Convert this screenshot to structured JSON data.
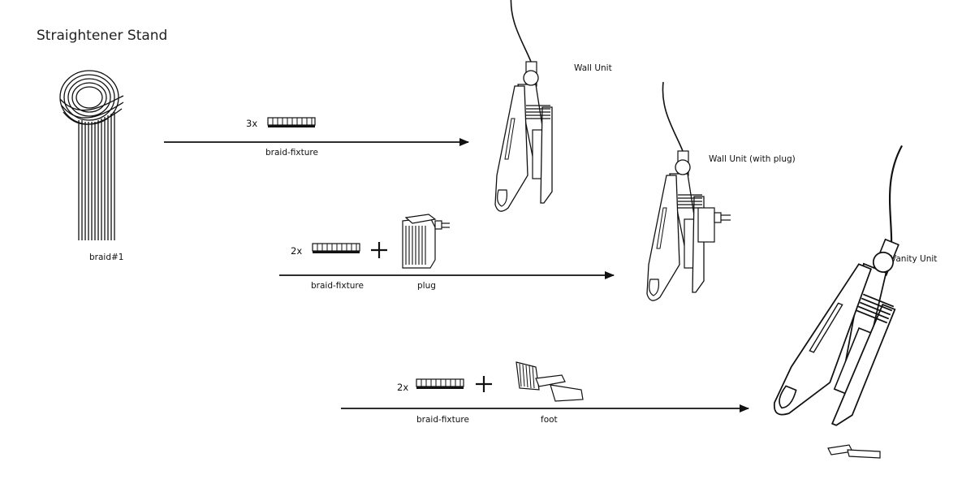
{
  "title": "Straightener Stand",
  "source": {
    "label": "braid#1"
  },
  "rows": [
    {
      "quantity": "3x",
      "parts": [
        "braid-fixture"
      ],
      "result": "Wall Unit"
    },
    {
      "quantity": "2x",
      "parts": [
        "braid-fixture",
        "plug"
      ],
      "result": "Wall Unit (with plug)"
    },
    {
      "quantity": "2x",
      "parts": [
        "braid-fixture",
        "foot"
      ],
      "result": "Vanity Unit"
    }
  ],
  "colors": {
    "ink": "#111111",
    "background": "#ffffff"
  }
}
